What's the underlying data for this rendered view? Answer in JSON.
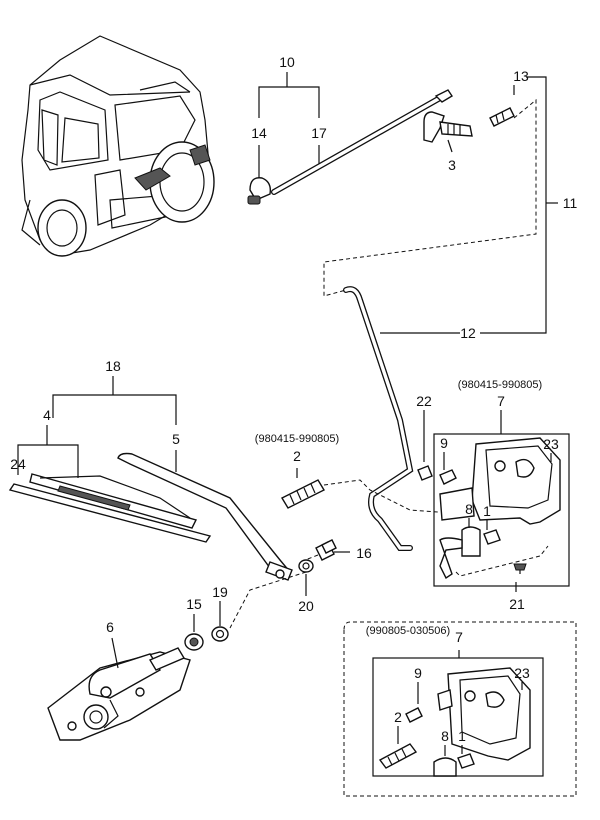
{
  "labels": {
    "p1": "1",
    "p1b": "1",
    "p2": "2",
    "p2b": "2",
    "p3": "3",
    "p4": "4",
    "p5": "5",
    "p6": "6",
    "p7": "7",
    "p7b": "7",
    "p8": "8",
    "p8b": "8",
    "p9": "9",
    "p9b": "9",
    "p10": "10",
    "p11": "11",
    "p12": "12",
    "p13": "13",
    "p14": "14",
    "p15": "15",
    "p16": "16",
    "p17": "17",
    "p18": "18",
    "p19": "19",
    "p20": "20",
    "p21": "21",
    "p22": "22",
    "p23": "23",
    "p23b": "23",
    "p24": "24"
  },
  "dates": {
    "pump_left": "(980415-990805)",
    "reservoir_upper": "(980415-990805)",
    "reservoir_lower": "(990805-030506)"
  }
}
